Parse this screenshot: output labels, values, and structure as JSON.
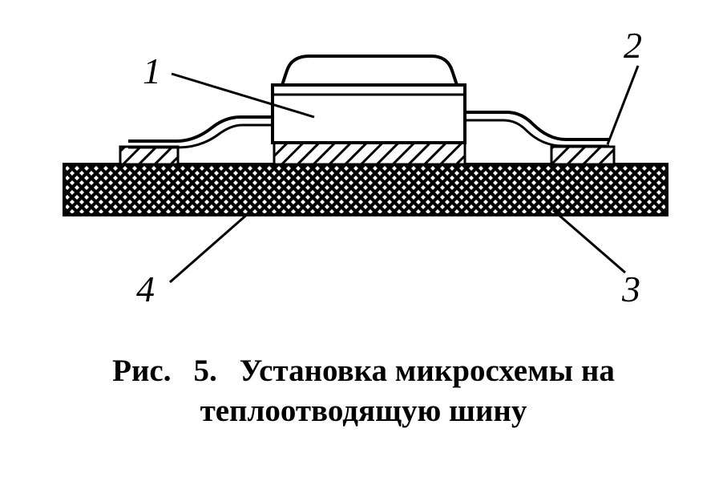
{
  "figure": {
    "callouts": [
      "1",
      "2",
      "3",
      "4"
    ]
  },
  "caption": {
    "prefix": "Рис.",
    "number": "5.",
    "line1": "Установка микросхемы на",
    "line2": "теплоотводящую шину"
  },
  "colors": {
    "ink": "#000000",
    "paper": "#ffffff"
  }
}
